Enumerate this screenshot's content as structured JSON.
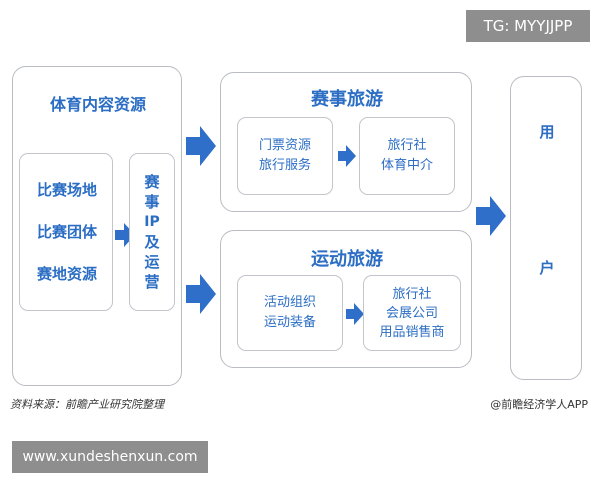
{
  "watermark_tag": "TG: MYYJJPP",
  "site_url": "www.xundeshenxun.com",
  "left_panel": {
    "title": "体育内容资源",
    "items": [
      "比赛场地",
      "比赛团体",
      "赛地资源"
    ],
    "ip_label": [
      "赛",
      "事",
      "IP",
      "及",
      "运",
      "营"
    ]
  },
  "event_tourism": {
    "title": "赛事旅游",
    "box1": [
      "门票资源",
      "旅行服务"
    ],
    "box2": [
      "旅行社",
      "体育中介"
    ]
  },
  "sport_tourism": {
    "title": "运动旅游",
    "box1": [
      "活动组织",
      "运动装备"
    ],
    "box2": [
      "旅行社",
      "会展公司",
      "用品销售商"
    ]
  },
  "user": [
    "用",
    "户"
  ],
  "source_note": "资料来源：前瞻产业研究院整理",
  "credit": "@前瞻经济学人APP",
  "colors": {
    "accent": "#2b6ec4",
    "arrow": "#2f6fc9",
    "border": "#b9bcc2"
  }
}
